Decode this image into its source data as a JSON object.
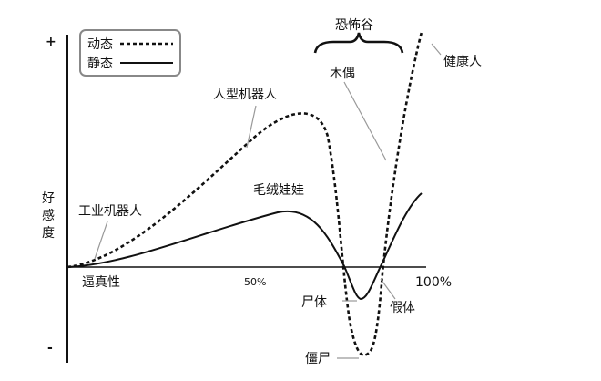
{
  "chart_data": {
    "type": "line",
    "axes": {
      "y_label_chars": [
        "好",
        "感",
        "度"
      ],
      "y_top": "+",
      "y_bottom": "-",
      "x_label": "逼真性",
      "x_mid": "50%",
      "x_end": "100%"
    },
    "legend": {
      "dynamic": "动态",
      "static": "静态"
    },
    "region_label": "恐怖谷",
    "labels": {
      "industrial_robot": "工业机器人",
      "humanoid_robot": "人型机器人",
      "stuffed_toy": "毛绒娃娃",
      "puppet": "木偶",
      "healthy_person": "健康人",
      "corpse": "尸体",
      "prosthetic": "假体",
      "zombie": "僵尸"
    },
    "colors": {
      "line": "#111111",
      "legend_border": "#888888",
      "axis": "#111111",
      "pointer": "#999999"
    }
  }
}
